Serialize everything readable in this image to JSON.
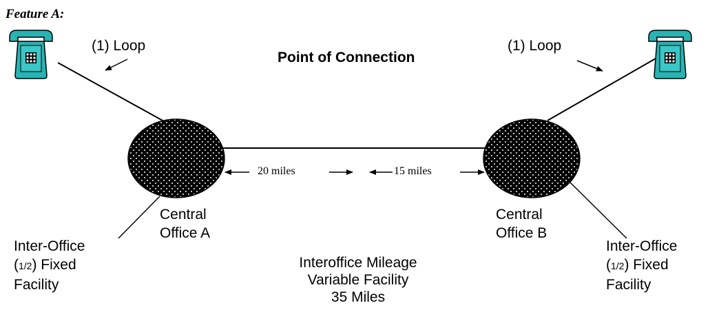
{
  "title": "Feature A:",
  "point_of_connection": "Point of Connection",
  "loop_left": "(1) Loop",
  "loop_right": "(1) Loop",
  "central_office_a": {
    "line1": "Central",
    "line2": "Office A"
  },
  "central_office_b": {
    "line1": "Central",
    "line2": "Office B"
  },
  "inter_office_left": {
    "line1": "Inter-Office",
    "paren_open": "(",
    "fraction": "1/2",
    "paren_close": ")",
    "suffix": " Fixed",
    "line3": "Facility"
  },
  "inter_office_right": {
    "line1": "Inter-Office",
    "paren_open": "(",
    "fraction": "1/2",
    "paren_close": ")",
    "suffix": " Fixed",
    "line3": "Facility"
  },
  "distance_left": "20 miles",
  "distance_right": "15 miles",
  "interoffice_mileage": {
    "line1": "Interoffice Mileage",
    "line2": "Variable Facility",
    "line3": "35 Miles"
  },
  "colors": {
    "office_fill": "#000000",
    "office_dots": "#ffffff",
    "phone_body": "#29b3b3",
    "phone_outline": "#000000",
    "line": "#000000"
  },
  "icons": {
    "phone": "telephone-icon",
    "office": "central-office-icon"
  }
}
